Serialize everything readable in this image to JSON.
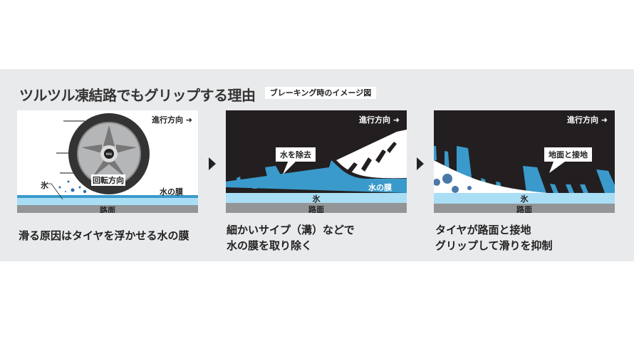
{
  "title": "ツルツル凍結路でもグリップする理由",
  "badge": "ブレーキング時のイメージ図",
  "colors": {
    "band": "#e9eaec",
    "ice": "#a9def5",
    "water": "#3a9acb",
    "road": "#939597",
    "dark": "#231f20"
  },
  "panels": [
    {
      "direction": "進行方向 ➜",
      "rotation": "回転方向",
      "ice_label": "氷",
      "water_label": "水の膜",
      "road": "路面",
      "hub": "MINI",
      "caption": [
        "滑る原因はタイヤを浮かせる水の膜"
      ]
    },
    {
      "direction": "進行方向 ➜",
      "callout": "水を除去",
      "water_label": "水の膜",
      "ice_label": "氷",
      "road": "路面",
      "caption": [
        "細かいサイプ（溝）などで",
        "水の膜を取り除く"
      ]
    },
    {
      "direction": "進行方向 ➜",
      "callout": "地面と接地",
      "ice_label": "氷",
      "road": "路面",
      "caption": [
        "タイヤが路面と接地",
        "グリップして滑りを抑制"
      ]
    }
  ]
}
